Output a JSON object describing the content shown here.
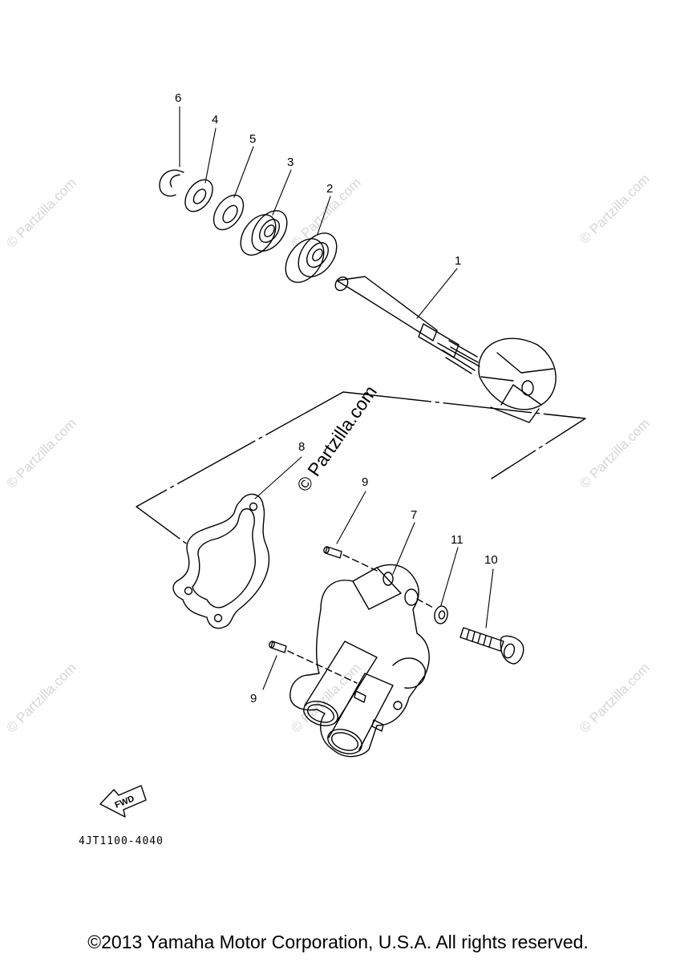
{
  "watermark": {
    "text": "© Partzilla.com"
  },
  "callouts": [
    "1",
    "2",
    "3",
    "4",
    "5",
    "6",
    "7",
    "8",
    "9",
    "9",
    "10",
    "11"
  ],
  "fwd_label": "FWD",
  "part_code": "4JT1100-4040",
  "copyright": "©2013 Yamaha Motor Corporation, U.S.A. All rights reserved.",
  "colors": {
    "line": "#000000",
    "watermark": "#d6d6d6",
    "background": "#ffffff"
  }
}
